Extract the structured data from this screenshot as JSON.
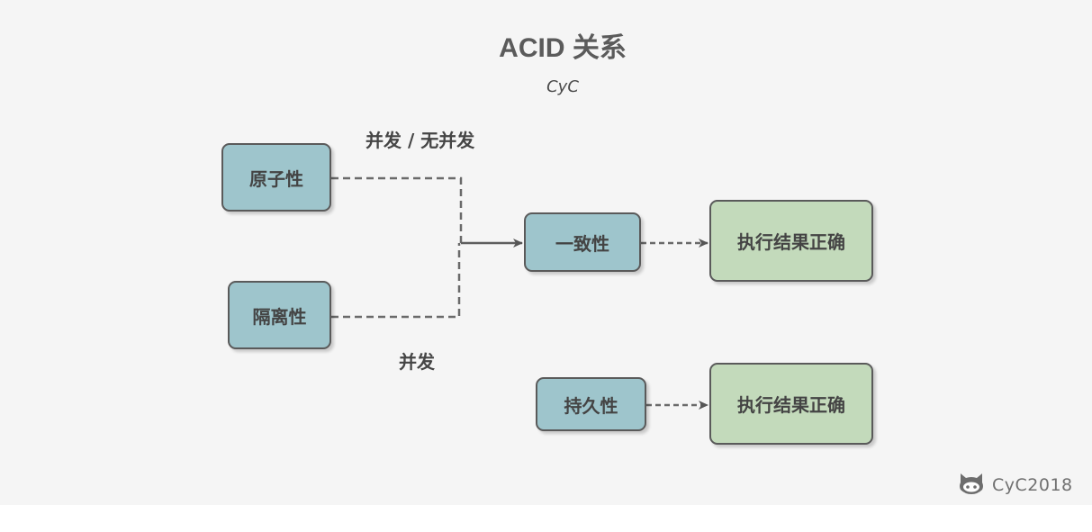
{
  "diagram": {
    "title": "ACID 关系",
    "subtitle": "CyC",
    "nodes": {
      "atomicity": "原子性",
      "isolation": "隔离性",
      "consistency": "一致性",
      "durability": "持久性",
      "correct_result_1": "执行结果正确",
      "correct_result_2": "执行结果正确"
    },
    "edge_labels": {
      "concurrent_or_not": "并发 / 无并发",
      "concurrent": "并发"
    },
    "watermark": "CyC2018",
    "colors": {
      "property_node": "#9ec5cc",
      "result_node": "#c3dabb",
      "border": "#5a5a5a",
      "background": "#f5f5f5"
    },
    "icons": {
      "watermark_icon": "github-octocat-icon"
    }
  }
}
